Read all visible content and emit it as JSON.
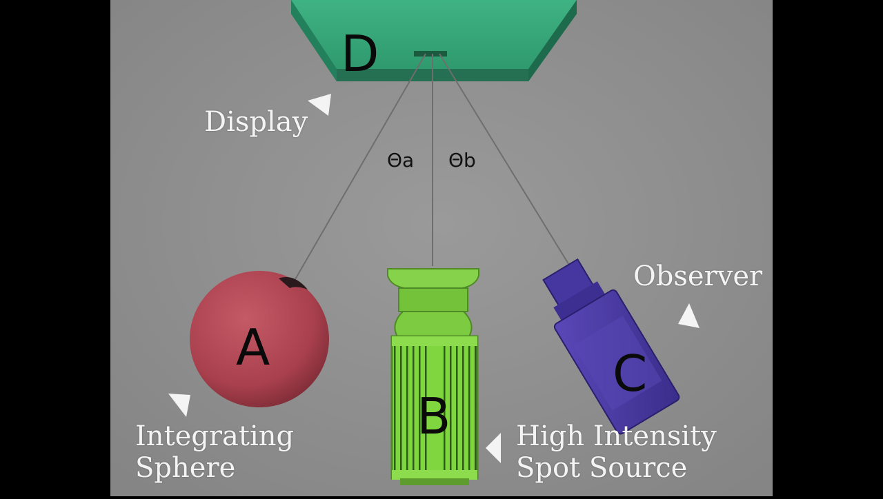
{
  "colors": {
    "background": "#8d8d8d",
    "letterbox": "#000000",
    "display": "#3aa57a",
    "sphere": "#b34a57",
    "spot_source": "#7ad33a",
    "observer": "#4a3aa0",
    "caption": "#f4f4f4"
  },
  "labels": {
    "display": "Display",
    "observer": "Observer",
    "sphere_line1": "Integrating",
    "sphere_line2": "Sphere",
    "source_line1": "High Intensity",
    "source_line2": "Spot Source"
  },
  "letters": {
    "display": "D",
    "sphere": "A",
    "source": "B",
    "observer": "C"
  },
  "angles": {
    "a": "Θa",
    "b": "Θb"
  },
  "icons": [
    "pointer-triangle-icon"
  ]
}
